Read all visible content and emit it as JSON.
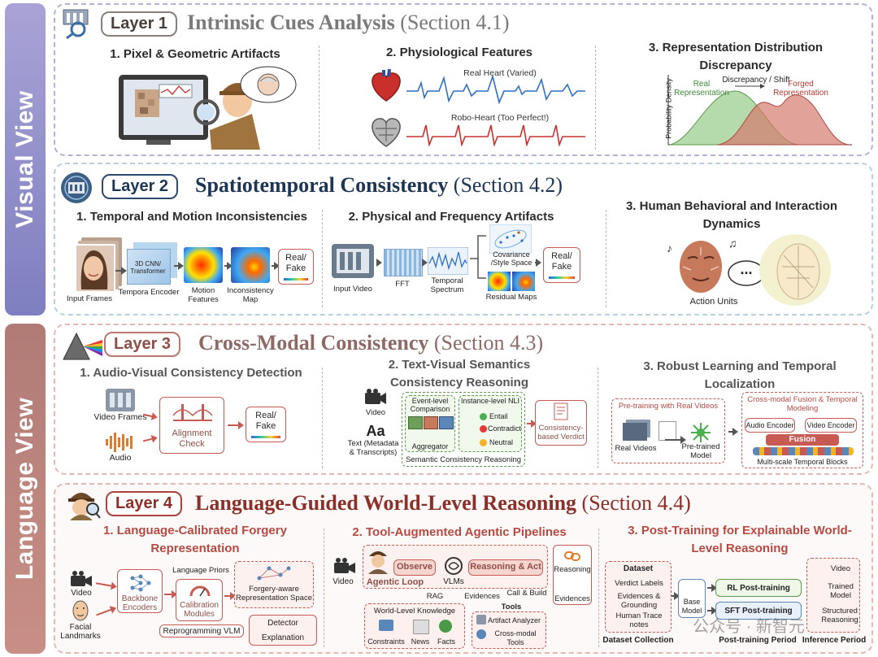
{
  "views": {
    "visual": "Visual View",
    "language": "Language View"
  },
  "layers": [
    {
      "badge": "Layer 1",
      "title": "Intrinsic Cues Analysis",
      "section": "(Section 4.1)",
      "subs": [
        "1. Pixel & Geometric Artifacts",
        "2. Physiological Features",
        "3. Representation Distribution Discrepancy"
      ],
      "labels": {
        "real_heart": "Real Heart (Varied)",
        "robo_heart": "Robo-Heart (Too Perfect!)",
        "y_axis": "Probability Density",
        "real_rep": "Real Representation",
        "shift": "Discrepancy / Shift",
        "forged_rep": "Forged Representation"
      }
    },
    {
      "badge": "Layer 2",
      "title": "Spatiotemporal Consistency",
      "section": "(Section 4.2)",
      "subs": [
        "1. Temporal and Motion Inconsistencies",
        "2. Physical and Frequency Artifacts",
        "3. Human Behavioral and Interaction Dynamics"
      ],
      "labels": {
        "input_frames": "Input Frames",
        "cnn": "3D CNN/ Transformer",
        "encoder": "Tempora Encoder",
        "motion": "Motion Features",
        "inconsistency": "Inconsistency Map",
        "real_fake": "Real/ Fake",
        "input_video": "Input Video",
        "fft": "FFT",
        "spectrum": "Temporal Spectrum",
        "covariance": "Covariance /Style Space",
        "residual": "Residual Maps",
        "action_units": "Action Units",
        "dots": "..."
      }
    },
    {
      "badge": "Layer 3",
      "title": "Cross-Modal Consistency",
      "section": "(Section 4.3)",
      "subs": [
        "1. Audio-Visual Consistency Detection",
        "2. Text-Visual Semantics Consistency Reasoning",
        "3. Robust Learning and Temporal Localization"
      ],
      "labels": {
        "video_frames": "Video Frames",
        "audio": "Audio",
        "alignment": "Alignment Check",
        "real_fake": "Real/ Fake",
        "video": "Video",
        "text_glyph": "Aa",
        "text": "Text (Metadata & Transcripts)",
        "event": "Event-level Comparison",
        "aggregator": "Aggregator",
        "nli": "Instance-level NLI",
        "entail": "Entail",
        "contradict": "Contradict",
        "neutral": "Neutral",
        "semantic": "Semantic Consistency Reasoning",
        "verdict": "Consistency-based Verdict",
        "pretrain": "Pre-training with Real Videos",
        "real_videos": "Real Videos",
        "pretrained": "Pre-trained Model",
        "fusion_title": "Cross-modal Fusion & Temporal Modeling",
        "audio_enc": "Audio Encoder",
        "video_enc": "Video Encoder",
        "fusion": "Fusion",
        "blocks": "Multi-scale Temporal Blocks"
      }
    },
    {
      "badge": "Layer 4",
      "title": "Language-Guided World-Level Reasoning",
      "section": "(Section 4.4)",
      "subs": [
        "1. Language-Calibrated Forgery Representation",
        "2. Tool-Augmented Agentic Pipelines",
        "3. Post-Training for Explainable World-Level Reasoning"
      ],
      "labels": {
        "video": "Video",
        "landmarks": "Facial Landmarks",
        "backbone": "Backbone Encoders",
        "priors": "Language Priors",
        "calibration": "Calibration Modules",
        "forgery_space": "Forgery-aware Representation Space",
        "reprogram": "Reprogramming VLM",
        "detector": "Detector",
        "explanation": "Explanation",
        "agent_video": "Video",
        "observe": "Observe",
        "vlms": "VLMs",
        "reasoning_act": "Reasoning & Act",
        "agentic_loop": "Agentic Loop",
        "rag": "RAG",
        "evidences": "Evidences",
        "call_build": "Call & Build",
        "reasoning": "Reasoning",
        "evidences2": "Evidences",
        "world_knowledge": "World-Level Knowledge",
        "constraints": "Constraints",
        "news": "News",
        "facts": "Facts",
        "tools": "Tools",
        "artifact": "Artifact Analyzer",
        "crossmodal_tools": "Cross-modal Tools",
        "dataset": "Dataset",
        "verdict_labels": "Verdict Labels",
        "grounding": "Evidences & Grounding",
        "human_notes": "Human Trace notes",
        "base_model": "Base Model",
        "rl": "RL Post-training",
        "sft": "SFT Post-training",
        "post_video": "Video",
        "trained": "Trained Model",
        "structured": "Structured Reasoning",
        "dataset_collection": "Dataset Collection",
        "post_period": "Post-training Period",
        "inference_period": "Inference Period"
      }
    }
  ],
  "watermark": "公众号 · 新智元"
}
